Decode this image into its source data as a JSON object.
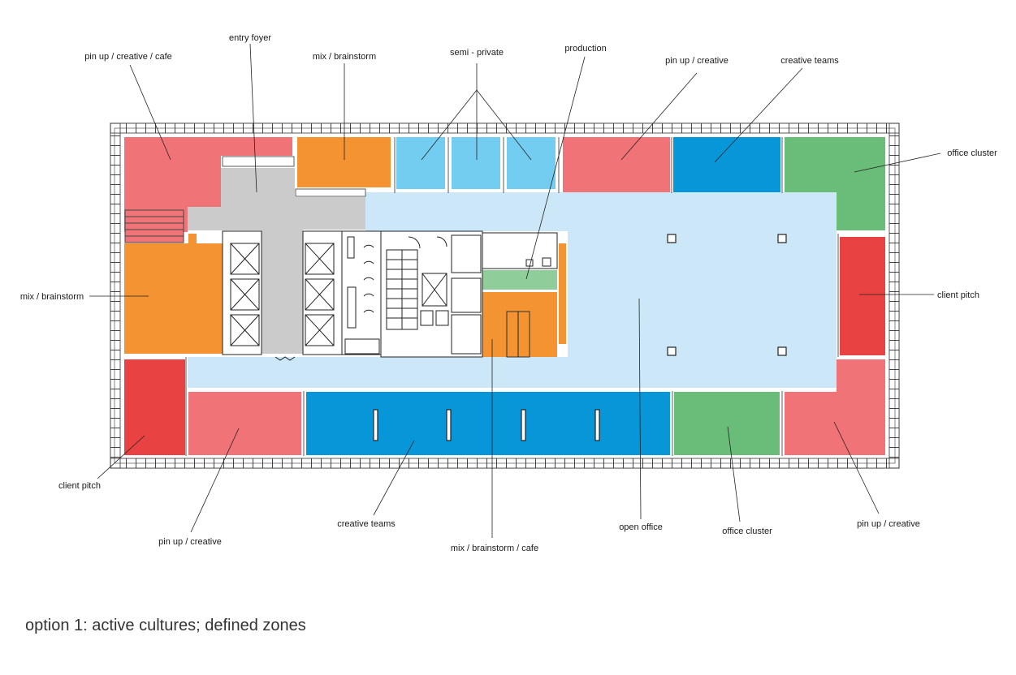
{
  "caption": "option 1: active cultures; defined zones",
  "colors": {
    "salmon": "#F07377",
    "orange": "#F39331",
    "light_blue": "#73CDF0",
    "blue": "#0797D9",
    "green": "#69BD78",
    "red": "#E94242",
    "pale_blue": "#CCE8F8",
    "grey": "#CBCBCB",
    "light_green": "#8FCE9A"
  },
  "labels": {
    "entry_foyer": "entry foyer",
    "pin_up_creative_cafe": "pin up / creative / cafe",
    "mix_brainstorm_top": "mix / brainstorm",
    "semi_private": "semi - private",
    "production": "production",
    "pin_up_creative_top": "pin up / creative",
    "creative_teams_top": "creative teams",
    "office_cluster_right": "office cluster",
    "mix_brainstorm_left": "mix / brainstorm",
    "client_pitch_right": "client pitch",
    "client_pitch_left": "client pitch",
    "pin_up_creative_bottom_left": "pin up / creative",
    "creative_teams_bottom": "creative teams",
    "mix_brainstorm_cafe": "mix / brainstorm / cafe",
    "open_office": "open office",
    "office_cluster_bottom": "office cluster",
    "pin_up_creative_bottom_right": "pin up / creative"
  }
}
